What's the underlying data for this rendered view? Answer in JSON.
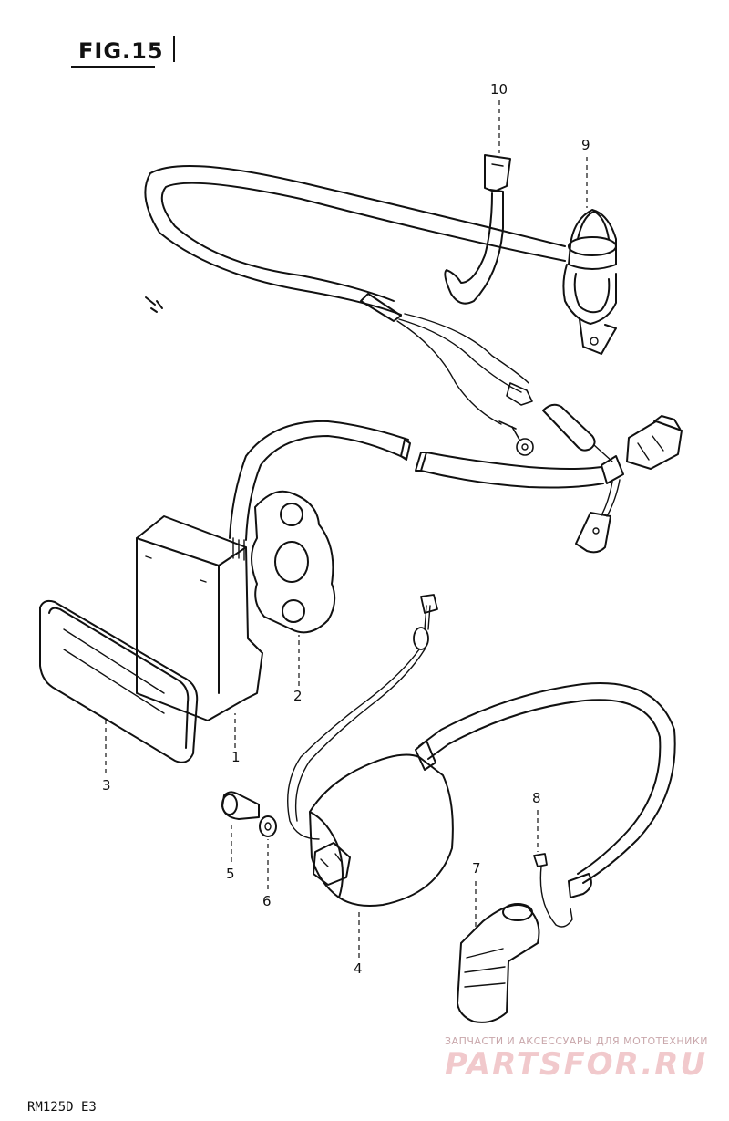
{
  "figure": {
    "title": "FIG.15",
    "model_code": "RM125D E3"
  },
  "callouts": {
    "c1": "1",
    "c2": "2",
    "c3": "3",
    "c4": "4",
    "c5": "5",
    "c6": "6",
    "c7": "7",
    "c8": "8",
    "c9": "9",
    "c10": "10"
  },
  "watermark": {
    "subtitle": "ЗАПЧАСТИ И АКСЕССУАРЫ ДЛЯ МОТОТЕХНИКИ",
    "logo": "PARTSFOR.RU",
    "color": "#f1c9cc"
  }
}
